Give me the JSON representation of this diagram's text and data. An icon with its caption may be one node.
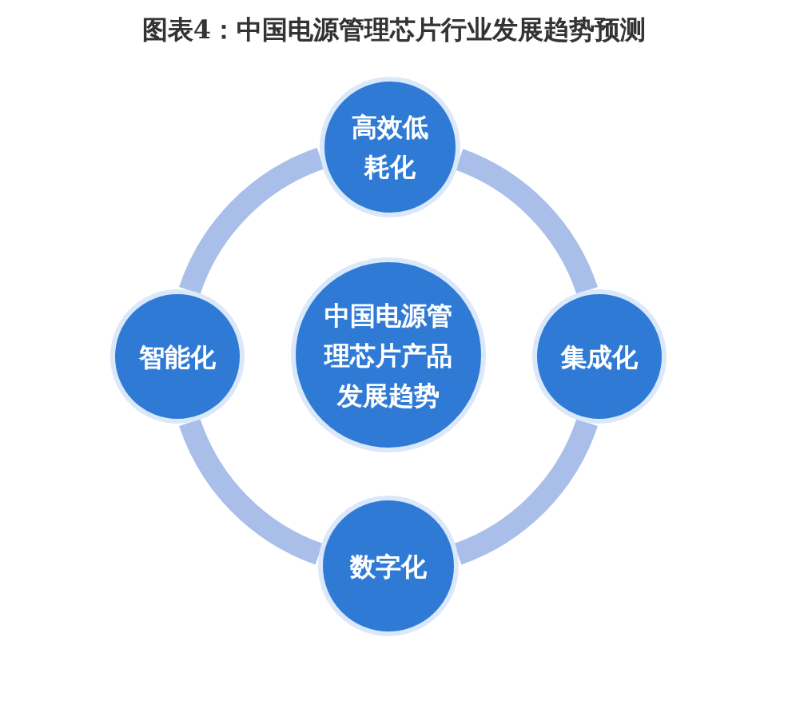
{
  "diagram": {
    "title": "图表4：中国电源管理芯片行业发展趋势预测",
    "nodes": [
      {
        "text": [
          "高效低耗化"
        ]
      },
      {
        "text": [
          "智能化"
        ]
      },
      {
        "text": [
          "中国电源管理芯片产品发展趋势"
        ]
      },
      {
        "text": [
          "集成化"
        ]
      },
      {
        "text": [
          "数字化"
        ]
      }
    ],
    "edges": [
      {
        "from": 0,
        "to": 3,
        "arrow": "none"
      },
      {
        "from": 3,
        "to": 4,
        "arrow": "none"
      },
      {
        "from": 4,
        "to": 1,
        "arrow": "none"
      },
      {
        "from": 1,
        "to": 0,
        "arrow": "none"
      }
    ]
  }
}
